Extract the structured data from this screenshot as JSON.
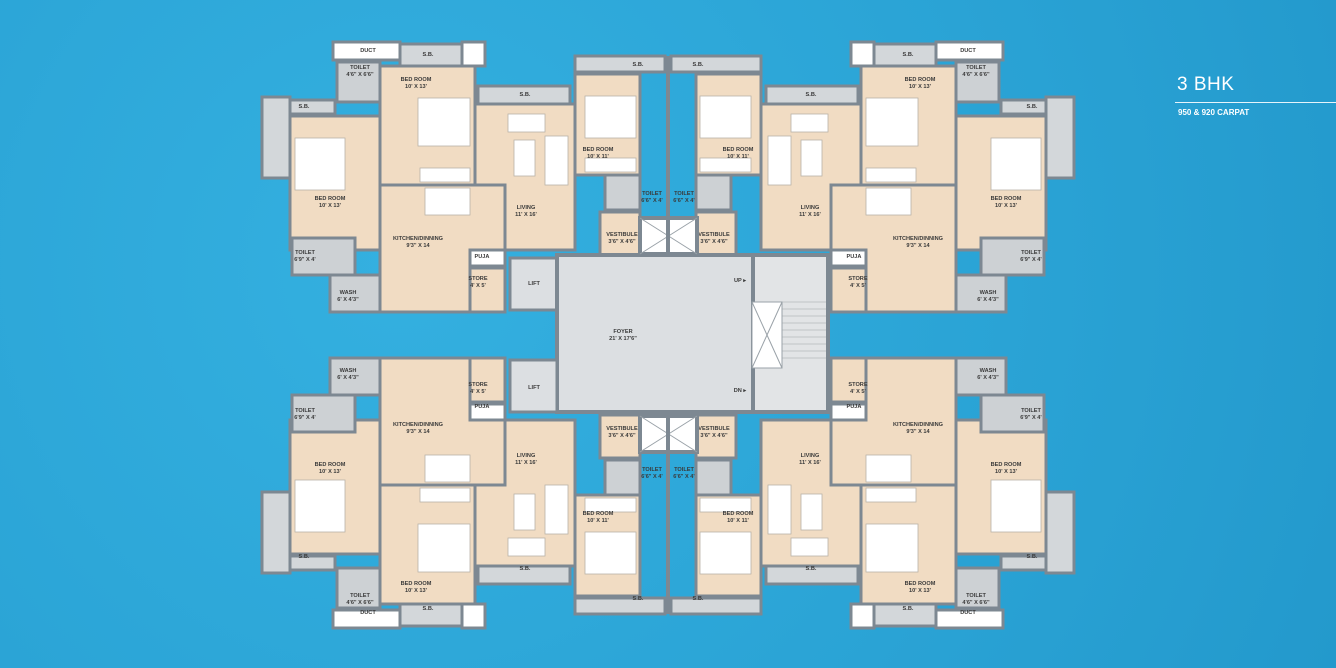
{
  "header": {
    "title": "3 BHK",
    "subtitle": "950 & 920 CARPAT"
  },
  "colors": {
    "background": "#2ba5d7",
    "room_fill": "#f1dcc3",
    "wall": "#7d8892",
    "wet_area": "#cdd1d4",
    "common_area": "#dcdfe2"
  },
  "unit_rooms": [
    {
      "name": "DUCT",
      "dim": ""
    },
    {
      "name": "S.B.",
      "dim": ""
    },
    {
      "name": "TOILET",
      "dim": "4'6\" X 6'6\""
    },
    {
      "name": "BED ROOM",
      "dim": "10' X 13'"
    },
    {
      "name": "S.B.",
      "dim": ""
    },
    {
      "name": "S.B.",
      "dim": ""
    },
    {
      "name": "S.B.",
      "dim": ""
    },
    {
      "name": "BED ROOM",
      "dim": "10' X 11'"
    },
    {
      "name": "TOILET",
      "dim": "6'6\" X 4'"
    },
    {
      "name": "BED ROOM",
      "dim": "10' X 13'"
    },
    {
      "name": "LIVING",
      "dim": "11' X 16'"
    },
    {
      "name": "VESTIBULE",
      "dim": "3'6\" X 4'6\""
    },
    {
      "name": "KITCHEN/DINNING",
      "dim": "9'3\" X 14"
    },
    {
      "name": "TOILET",
      "dim": "6'9\" X 4'"
    },
    {
      "name": "PUJA",
      "dim": ""
    },
    {
      "name": "STORE",
      "dim": "4' X 5'"
    },
    {
      "name": "WASH",
      "dim": "6' X 4'3\""
    }
  ],
  "core": {
    "lift": "LIFT",
    "foyer": {
      "name": "FOYER",
      "dim": "21' X 17'6\""
    },
    "stair_up": "UP",
    "stair_down": "DN"
  }
}
